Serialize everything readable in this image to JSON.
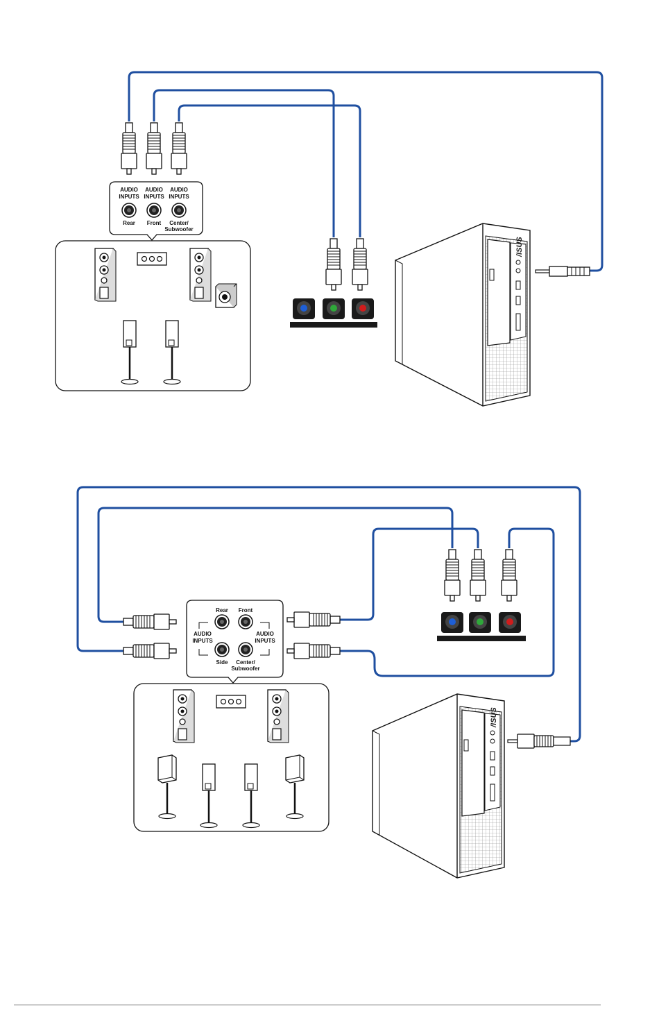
{
  "diagram1": {
    "panel_labels": [
      {
        "line1": "AUDIO",
        "line2": "INPUTS",
        "name": "Rear"
      },
      {
        "line1": "AUDIO",
        "line2": "INPUTS",
        "name": "Front"
      },
      {
        "line1": "AUDIO",
        "line2": "INPUTS",
        "name": "Center/",
        "name2": "Subwoofer"
      }
    ]
  },
  "diagram2": {
    "jack_labels": {
      "rear": "Rear",
      "front": "Front",
      "side": "Side",
      "center1": "Center/",
      "center2": "Subwoofer"
    },
    "left_group": {
      "line1": "AUDIO",
      "line2": "INPUTS"
    },
    "right_group": {
      "line1": "AUDIO",
      "line2": "INPUTS"
    }
  },
  "brand": "/ISUS",
  "colors": {
    "cable": "#1f4fa0",
    "port_blue": "#1e5fd6",
    "port_green": "#2fa83a",
    "port_red": "#d01c1c"
  }
}
